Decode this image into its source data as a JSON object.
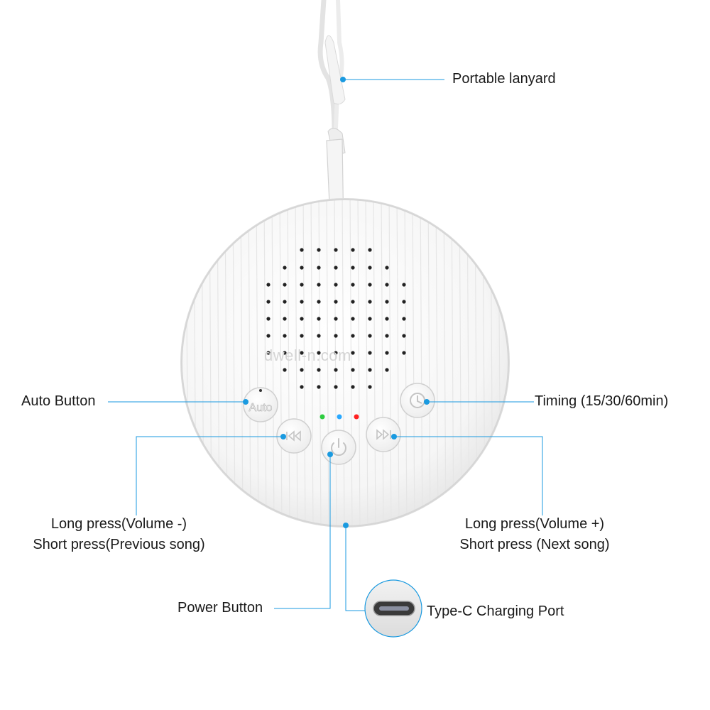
{
  "watermark": "dwell-n.com",
  "accent_color": "#1a9ae0",
  "led_colors": [
    "#2ecc40",
    "#29a8ff",
    "#ff2020"
  ],
  "icons": {
    "auto": "auto-text-icon",
    "timing": "clock-icon",
    "previous": "previous-track-icon",
    "next": "next-track-icon",
    "power": "power-icon",
    "port": "usb-c-port-icon"
  },
  "labels": {
    "lanyard": "Portable lanyard",
    "auto_button": "Auto Button",
    "auto_icon_text": "Auto",
    "timing": "Timing (15/30/60min)",
    "prev_line1": "Long press(Volume -)",
    "prev_line2": "Short press(Previous song)",
    "next_line1": "Long press(Volume +)",
    "next_line2": "Short press (Next song)",
    "power_button": "Power Button",
    "charging_port": "Type-C Charging Port"
  }
}
